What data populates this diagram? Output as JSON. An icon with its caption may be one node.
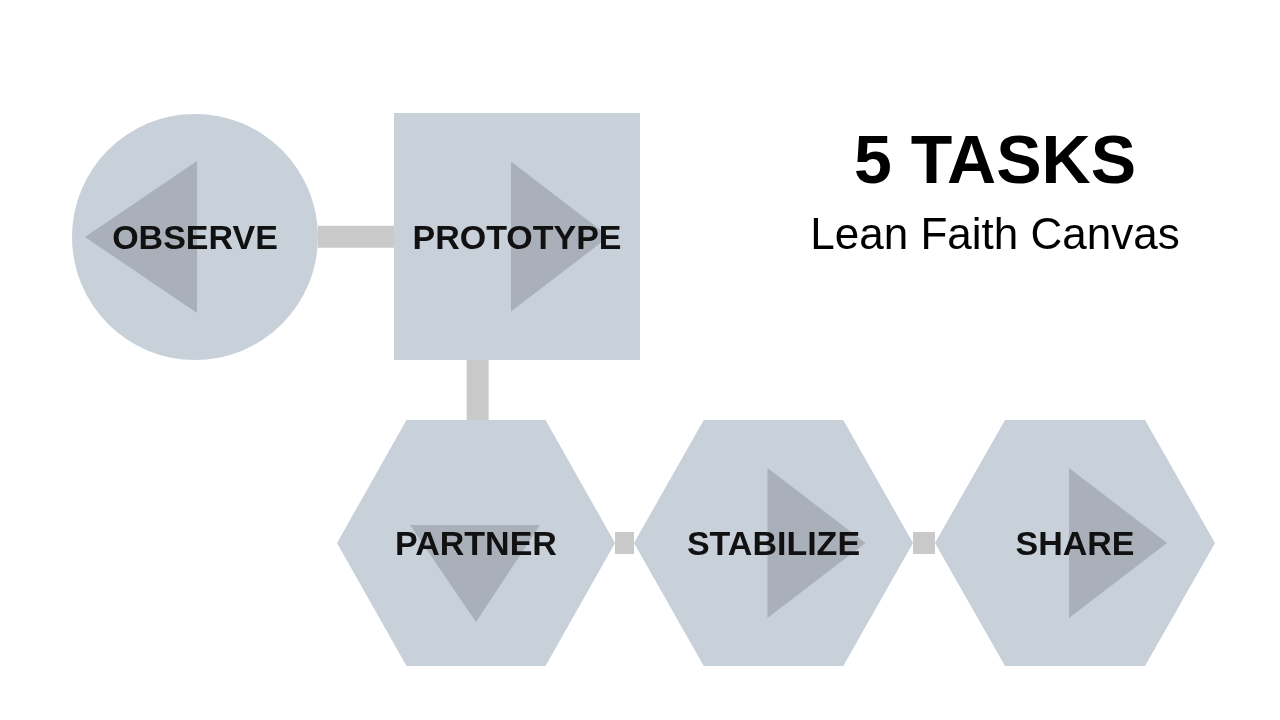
{
  "diagram": {
    "title": "5 TASKS",
    "nodes": [
      {
        "text": [
          "OBSERVE"
        ]
      },
      {
        "text": [
          "PROTOTYPE"
        ]
      },
      {
        "text": [
          "PARTNER"
        ]
      },
      {
        "text": [
          "STABILIZE"
        ]
      },
      {
        "text": [
          "SHARE"
        ]
      }
    ],
    "edges": [
      {
        "from": 0,
        "to": 1,
        "arrow": "none"
      },
      {
        "from": 1,
        "to": 2,
        "arrow": "none"
      },
      {
        "from": 2,
        "to": 3,
        "arrow": "none"
      },
      {
        "from": 3,
        "to": 4,
        "arrow": "none"
      }
    ],
    "labels": [
      "Lean Faith Canvas"
    ]
  }
}
